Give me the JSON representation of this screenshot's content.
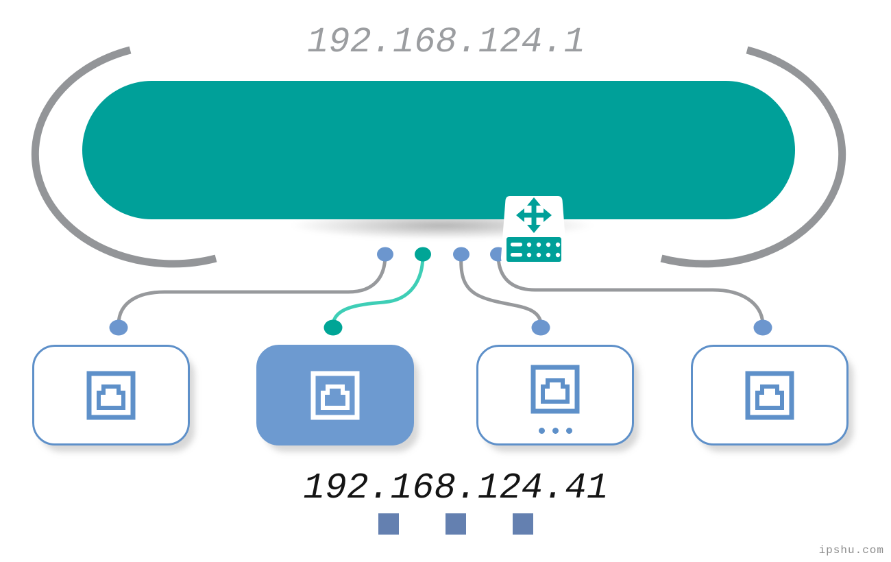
{
  "gateway": {
    "ip": "192.168.124.1",
    "icon": "network-switch-icon"
  },
  "device": {
    "ip": "192.168.124.41"
  },
  "ports": [
    {
      "index": 1,
      "dot_color": "#6C96CE",
      "link_color": "#97999C",
      "highlighted": false
    },
    {
      "index": 2,
      "dot_color": "#00A596",
      "link_color": "#3ECEB6",
      "highlighted": true
    },
    {
      "index": 3,
      "dot_color": "#6C96CE",
      "link_color": "#97999C",
      "highlighted": false,
      "more_devices_ellipsis": true
    },
    {
      "index": 4,
      "dot_color": "#6C96CE",
      "link_color": "#97999C",
      "highlighted": false
    }
  ],
  "colors": {
    "gateway_teal": "#00A099",
    "highlight_link_turquoise": "#3ECEB6",
    "teal_dot": "#00A596",
    "blue_dot": "#6C96CE",
    "gray_link": "#97999C",
    "bracket_arc_gray": "#939598",
    "device_border_blue": "#5E90C9",
    "device_highlight_fill": "#6D9AD0",
    "loading_square_slate": "#6480B0",
    "gateway_label_gray": "#9B9DA0",
    "device_label_black": "#141414"
  },
  "watermark": {
    "text": "ipshu.com"
  }
}
